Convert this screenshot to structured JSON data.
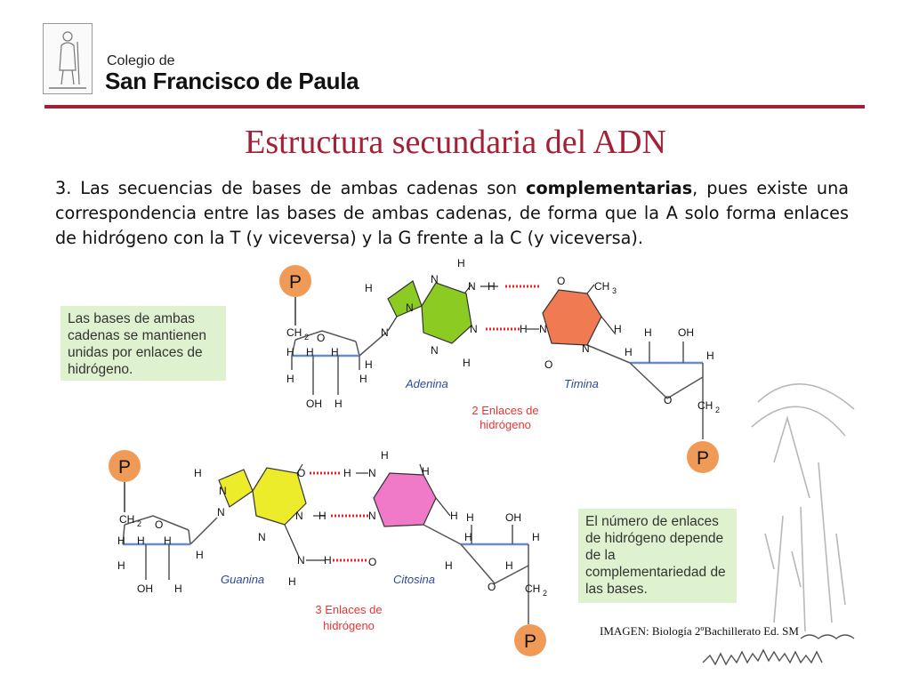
{
  "header": {
    "logo_small": "Colegio de",
    "logo_big": "San Francisco de Paula"
  },
  "title": "Estructura secundaria del ADN",
  "paragraph": {
    "part1": "3. Las secuencias de bases de ambas cadenas son ",
    "bold": "complementarias",
    "part2": ", pues existe una correspondencia entre las bases de ambas cadenas, de forma que la A solo forma enlaces de hidrógeno con la T (y viceversa) y la G frente a la C (y viceversa)."
  },
  "notes": {
    "note1": "Las bases de ambas cadenas se mantienen unidas por enlaces de hidrógeno.",
    "note2": "El número de enlaces de hidrógeno depende de la complementariedad de las bases."
  },
  "diagram": {
    "phosphate": "P",
    "adenina": "Adenina",
    "timina": "Timina",
    "guanina": "Guanina",
    "citosina": "Citosina",
    "at_bonds_1": "2 Enlaces de",
    "at_bonds_2": "hidrógeno",
    "gc_bonds_1": "3 Enlaces de",
    "gc_bonds_2": "hidrógeno",
    "atoms": {
      "H": "H",
      "N": "N",
      "O": "O",
      "OH": "OH",
      "CH2": "CH",
      "CH3": "CH",
      "sub2": "2",
      "sub3": "3"
    }
  },
  "colors": {
    "accent": "#a32035",
    "adenine": "#8ccc22",
    "thymine": "#f0805a",
    "guanine": "#ecec2a",
    "cytosine": "#f07ac8",
    "phosphate": "#f09a58",
    "bond": "#ee2222",
    "note_bg": "#dff2cf"
  },
  "credit": "IMAGEN: Biología 2ºBachillerato Ed. SM"
}
